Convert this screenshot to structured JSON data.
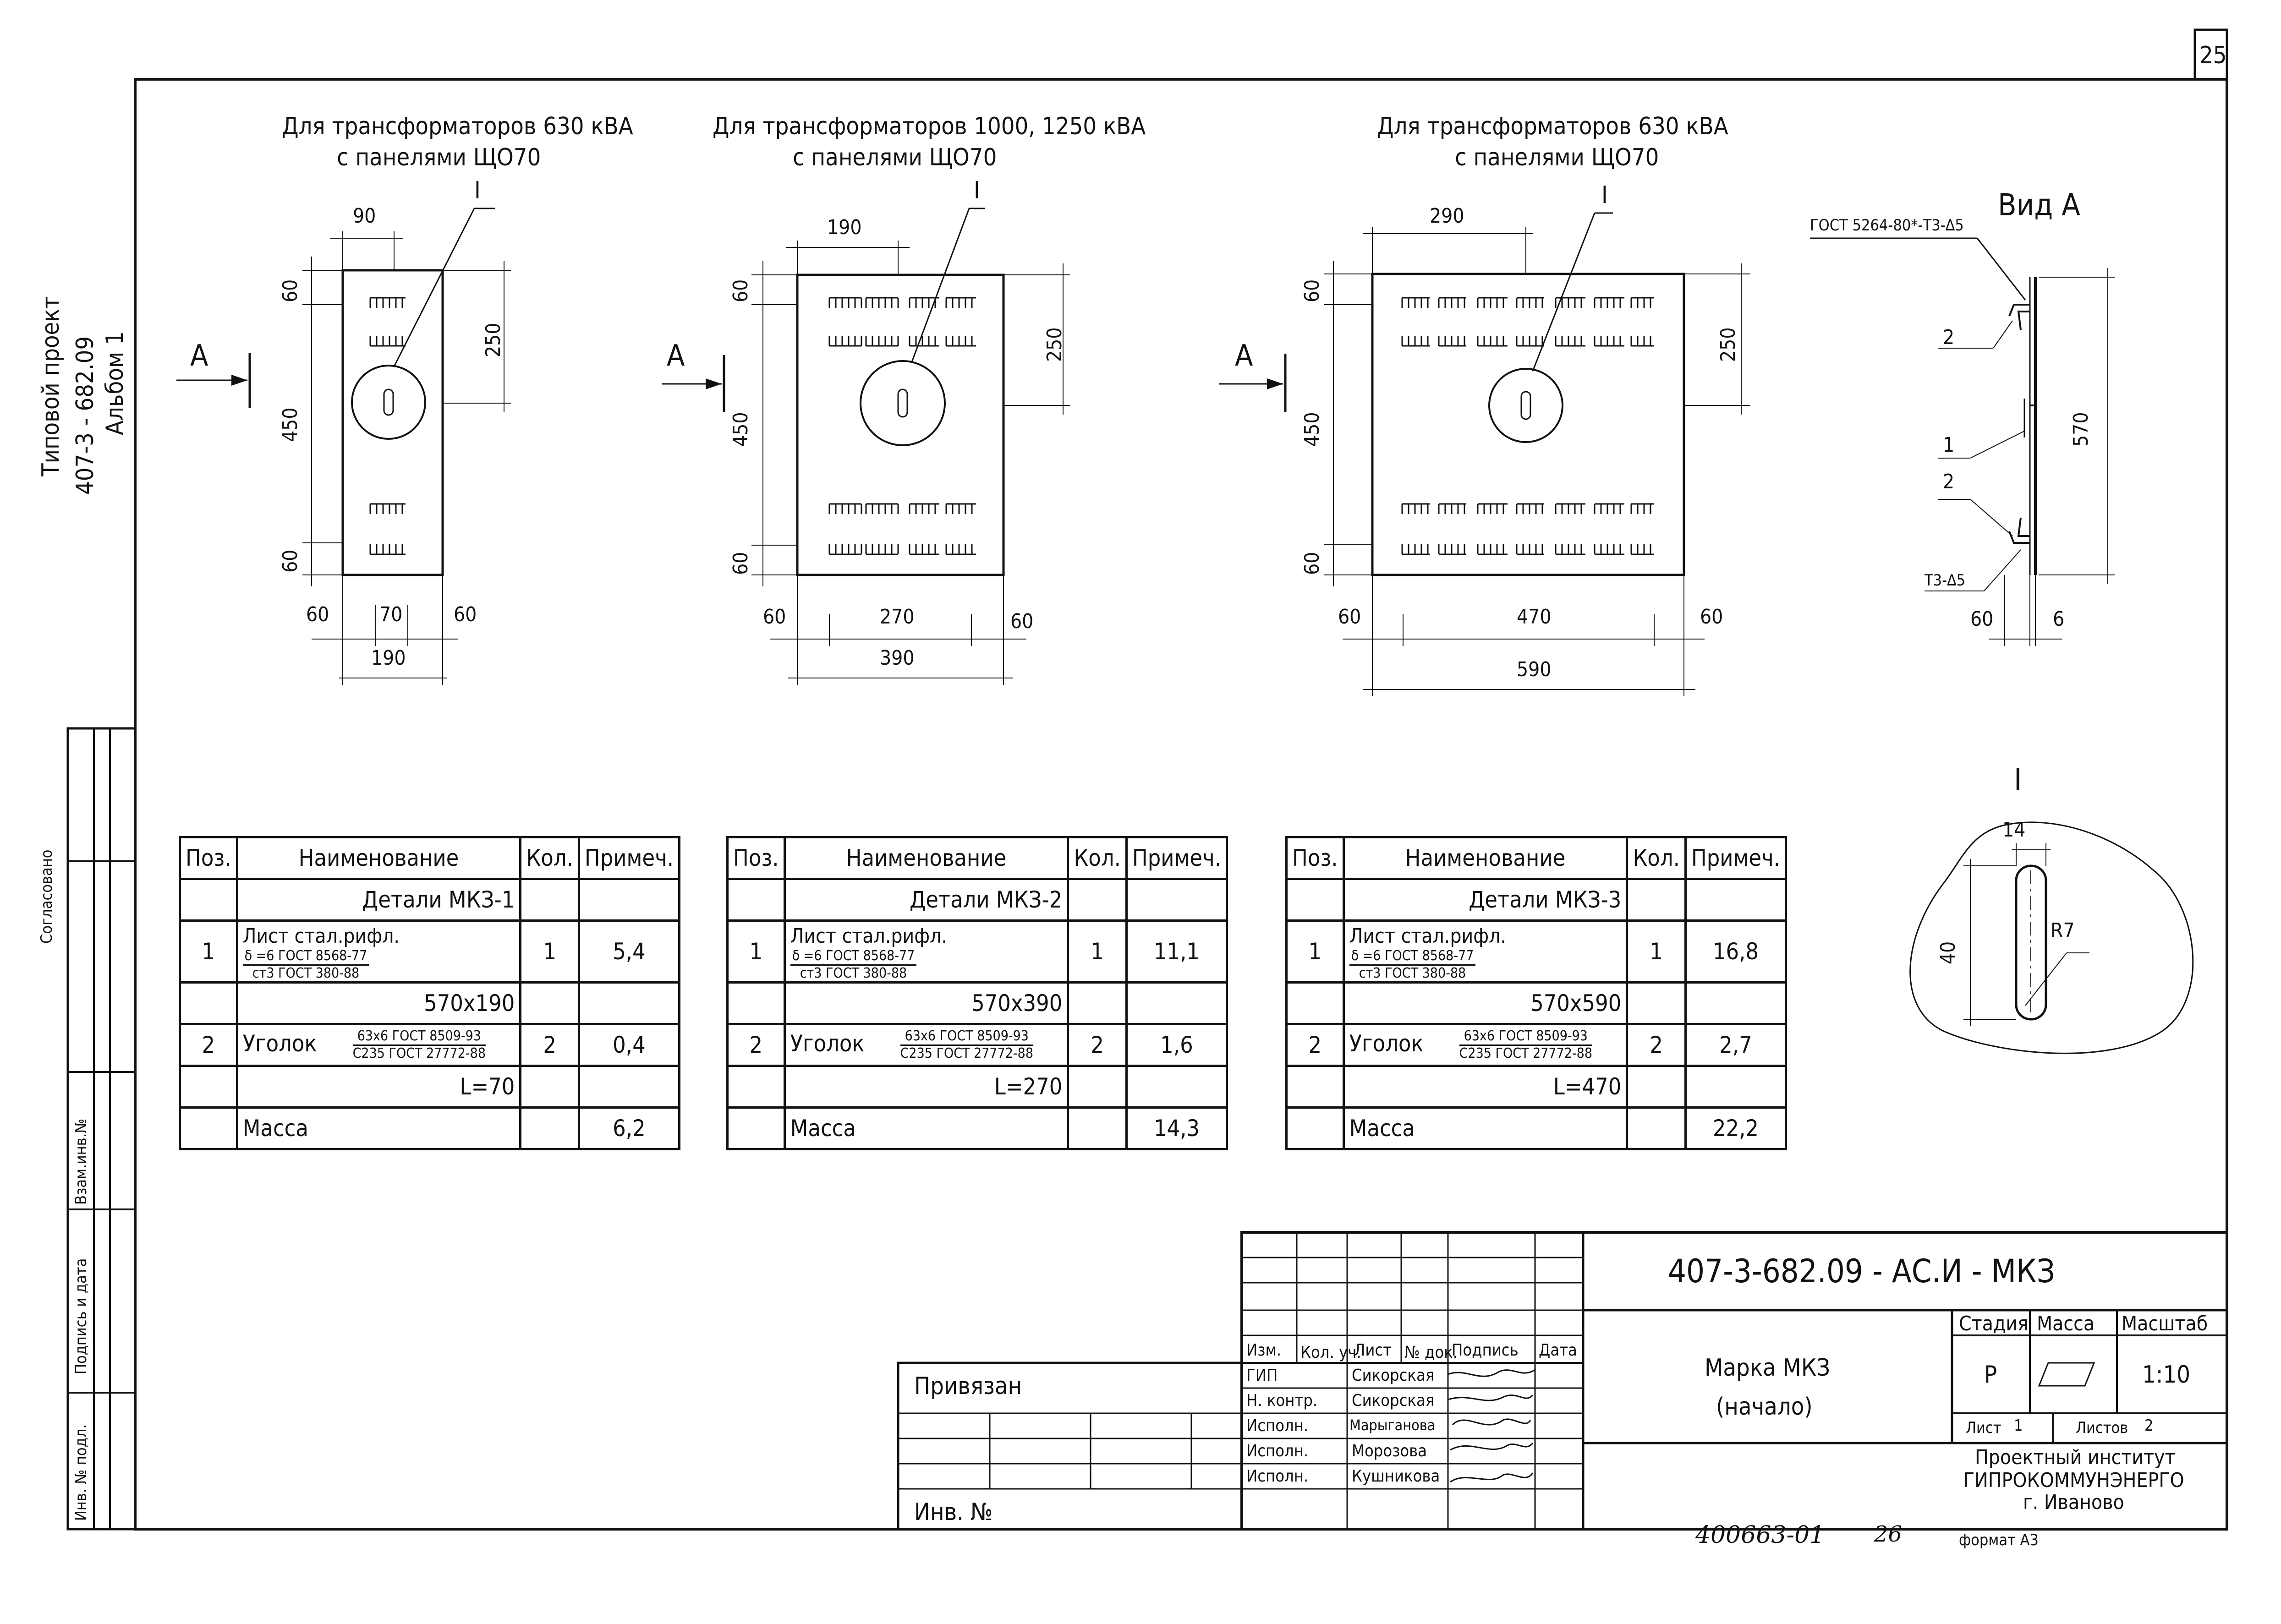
{
  "page_number": "25",
  "side_block": {
    "line1": "Типовой проект",
    "line2": "407-3 - 682.09",
    "line3": "Альбом 1",
    "agreed": "Согласовано",
    "inv_subst": "Взам.инв.№",
    "sign_date": "Подпись и дата",
    "inv_orig": "Инв. № подл."
  },
  "views": [
    {
      "title1": "Для трансформаторов 630 кВА",
      "title2": "с панелями ЩО70",
      "callout": "I",
      "section": "А",
      "dims": {
        "top": "90",
        "left_top": "60",
        "left_mid": "450",
        "left_bot": "60",
        "right": "250",
        "b1": "60",
        "b2": "70",
        "b3": "60",
        "total": "190"
      }
    },
    {
      "title1": "Для трансформаторов 1000, 1250 кВА",
      "title2": "с панелями ЩО70",
      "callout": "I",
      "section": "А",
      "dims": {
        "top": "190",
        "left_top": "60",
        "left_mid": "450",
        "left_bot": "60",
        "right": "250",
        "b1": "60",
        "b2": "270",
        "b3": "60",
        "total": "390"
      }
    },
    {
      "title1": "Для трансформаторов 630 кВА",
      "title2": "с панелями ЩО70",
      "callout": "I",
      "section": "А",
      "dims": {
        "top": "290",
        "left_top": "60",
        "left_mid": "450",
        "left_bot": "60",
        "right": "250",
        "b1": "60",
        "b2": "470",
        "b3": "60",
        "total": "590"
      }
    }
  ],
  "view_a": {
    "title": "Вид А",
    "weld_note": "ГОСТ 5264-80*-Т3-∆5",
    "weld_note2": "Т3-∆5",
    "pos2a": "2",
    "pos1": "1",
    "pos2b": "2",
    "height": "570",
    "b1": "60",
    "b2": "6"
  },
  "detail_i": {
    "title": "I",
    "width": "14",
    "height": "40",
    "radius": "R7"
  },
  "tables": [
    {
      "headers": [
        "Поз.",
        "Наименование",
        "Кол.",
        "Примеч."
      ],
      "group": "Детали МКЗ-1",
      "r1_pos": "1",
      "r1_name": "Лист стал.рифл.",
      "r1_num": "δ =6 ГОСТ 8568-77",
      "r1_den": "ст3 ГОСТ 380-88",
      "r1_qty": "1",
      "r1_note": "5,4",
      "r1_size": "570x190",
      "r2_pos": "2",
      "r2_name": "Уголок",
      "r2_num": "63х6 ГОСТ 8509-93",
      "r2_den": "С235 ГОСТ 27772-88",
      "r2_qty": "2",
      "r2_note": "0,4",
      "r2_len": "L=70",
      "mass_label": "Масса",
      "mass": "6,2"
    },
    {
      "headers": [
        "Поз.",
        "Наименование",
        "Кол.",
        "Примеч."
      ],
      "group": "Детали МКЗ-2",
      "r1_pos": "1",
      "r1_name": "Лист стал.рифл.",
      "r1_num": "δ =6 ГОСТ 8568-77",
      "r1_den": "ст3 ГОСТ 380-88",
      "r1_qty": "1",
      "r1_note": "11,1",
      "r1_size": "570x390",
      "r2_pos": "2",
      "r2_name": "Уголок",
      "r2_num": "63х6 ГОСТ 8509-93",
      "r2_den": "С235 ГОСТ 27772-88",
      "r2_qty": "2",
      "r2_note": "1,6",
      "r2_len": "L=270",
      "mass_label": "Масса",
      "mass": "14,3"
    },
    {
      "headers": [
        "Поз.",
        "Наименование",
        "Кол.",
        "Примеч."
      ],
      "group": "Детали МКЗ-3",
      "r1_pos": "1",
      "r1_name": "Лист стал.рифл.",
      "r1_num": "δ =6 ГОСТ 8568-77",
      "r1_den": "ст3 ГОСТ 380-88",
      "r1_qty": "1",
      "r1_note": "16,8",
      "r1_size": "570x590",
      "r2_pos": "2",
      "r2_name": "Уголок",
      "r2_num": "63х6 ГОСТ 8509-93",
      "r2_den": "С235 ГОСТ 27772-88",
      "r2_qty": "2",
      "r2_note": "2,7",
      "r2_len": "L=470",
      "mass_label": "Масса",
      "mass": "22,2"
    }
  ],
  "stamp": {
    "code": "407-3-682.09 - АС.И - МКЗ",
    "title1": "Марка МКЗ",
    "title2": "(начало)",
    "stage_h": "Стадия",
    "mass_h": "Масса",
    "scale_h": "Масштаб",
    "stage": "Р",
    "scale": "1:10",
    "sheet_label": "Лист",
    "sheet": "1",
    "sheets_label": "Листов",
    "sheets": "2",
    "org1": "Проектный институт",
    "org2": "ГИПРОКОММУНЭНЕРГО",
    "org3": "г. Иваново",
    "col_izm": "Изм.",
    "col_koluch": "Кол. уч.",
    "col_list": "Лист",
    "col_ndok": "№ док.",
    "col_sign": "Подпись",
    "col_date": "Дата",
    "r_gip": "ГИП",
    "r_nkontr": "Н. контр.",
    "r_isp1": "Исполн.",
    "r_isp2": "Исполн.",
    "r_isp3": "Исполн.",
    "n_gip": "Сикорская",
    "n_nkontr": "Сикорская",
    "n_isp1": "Марыганова",
    "n_isp2": "Морозова",
    "n_isp3": "Кушникова",
    "bound": "Привязан",
    "inv": "Инв. №",
    "handwritten": "400663-01",
    "handwritten2": "26",
    "format": "формат А3"
  }
}
